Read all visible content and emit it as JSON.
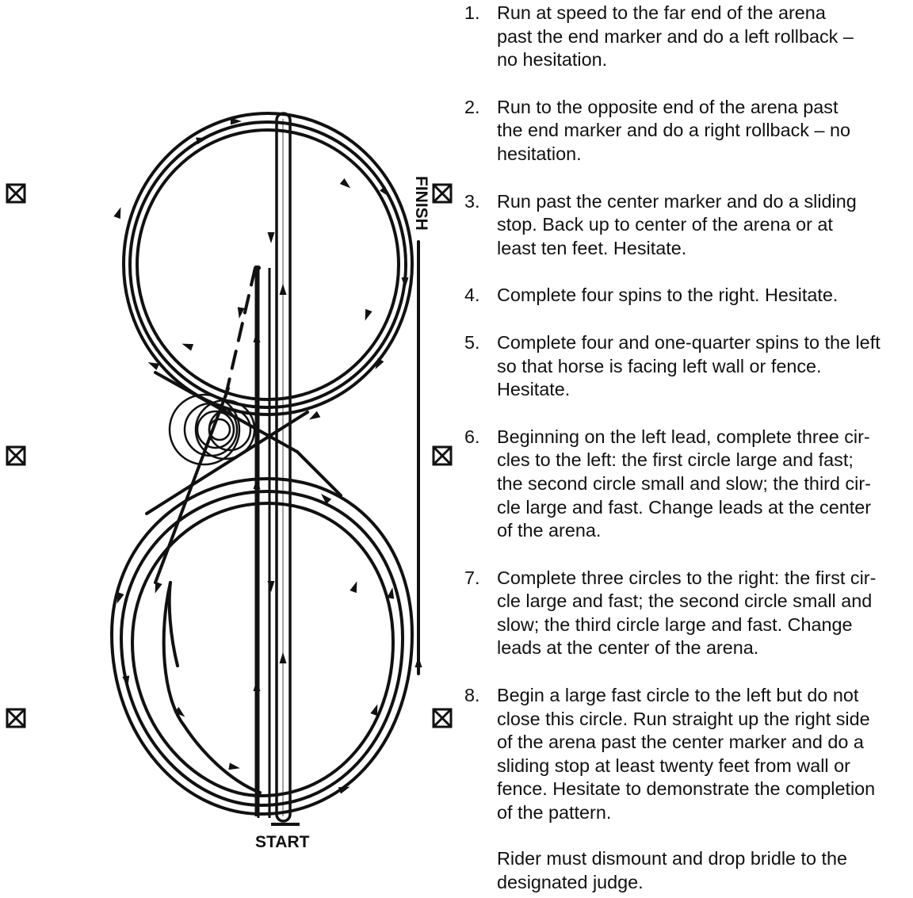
{
  "diagram": {
    "start_label": "START",
    "finish_label": "FINISH",
    "marker_icon": "boxed-x-marker-icon"
  },
  "instructions": [
    {
      "number": "1.",
      "text": "Run at speed to the far end of the arena\npast the end marker and do a left rollback –\nno hesitation."
    },
    {
      "number": "2.",
      "text": "Run to the opposite end of the arena past\nthe end marker and do a right rollback – no\nhesitation."
    },
    {
      "number": "3.",
      "text": "Run past the center marker and do a sliding\nstop.  Back up to center of the arena or at\nleast ten feet.  Hesitate."
    },
    {
      "number": "4.",
      "text": "Complete four spins to the right.  Hesitate."
    },
    {
      "number": "5.",
      "text": "Complete four and one-quarter spins to the left\nso that horse is facing left wall or fence.\nHesitate."
    },
    {
      "number": "6.",
      "text": "Beginning on the left lead, complete three cir-\ncles to the left:  the first circle large and fast;\nthe second circle small and slow; the third cir-\ncle large and fast.  Change leads at the center\nof the arena."
    },
    {
      "number": "7.",
      "text": "Complete three circles to the right:  the first cir-\ncle large and fast; the second circle small and\nslow; the third circle large and fast.  Change\nleads at the center of the arena."
    },
    {
      "number": "8.",
      "text": "Begin a large fast circle to the left but do not\nclose this circle.  Run straight up the right side\nof the arena past the center marker and do a\nsliding stop at least twenty feet from wall or\nfence.  Hesitate to demonstrate the completion\nof the pattern."
    }
  ],
  "footnote": "Rider must dismount and drop bridle to the\ndesignated judge."
}
